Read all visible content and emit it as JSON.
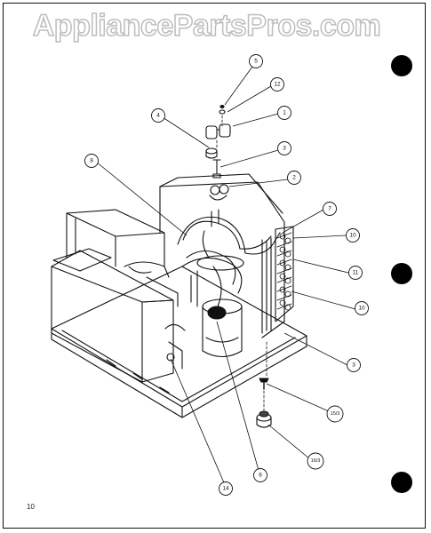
{
  "watermark": {
    "text": "AppliancePartsPros.com"
  },
  "page_number": "10",
  "callouts": [
    {
      "id": "c5",
      "label": "5"
    },
    {
      "id": "c12",
      "label": "12"
    },
    {
      "id": "c1",
      "label": "1"
    },
    {
      "id": "c4",
      "label": "4"
    },
    {
      "id": "c3a",
      "label": "3"
    },
    {
      "id": "c8",
      "label": "8"
    },
    {
      "id": "c2",
      "label": "2"
    },
    {
      "id": "c7",
      "label": "7"
    },
    {
      "id": "c10a",
      "label": "10"
    },
    {
      "id": "c11",
      "label": "11"
    },
    {
      "id": "c10b",
      "label": "10"
    },
    {
      "id": "c3b",
      "label": "3"
    },
    {
      "id": "c15",
      "label": "15/3"
    },
    {
      "id": "c16",
      "label": "16/3"
    },
    {
      "id": "c6",
      "label": "6"
    },
    {
      "id": "c14",
      "label": "14"
    }
  ],
  "colors": {
    "ink": "#111111",
    "watermark": "#bdbdbd",
    "background": "#ffffff"
  }
}
